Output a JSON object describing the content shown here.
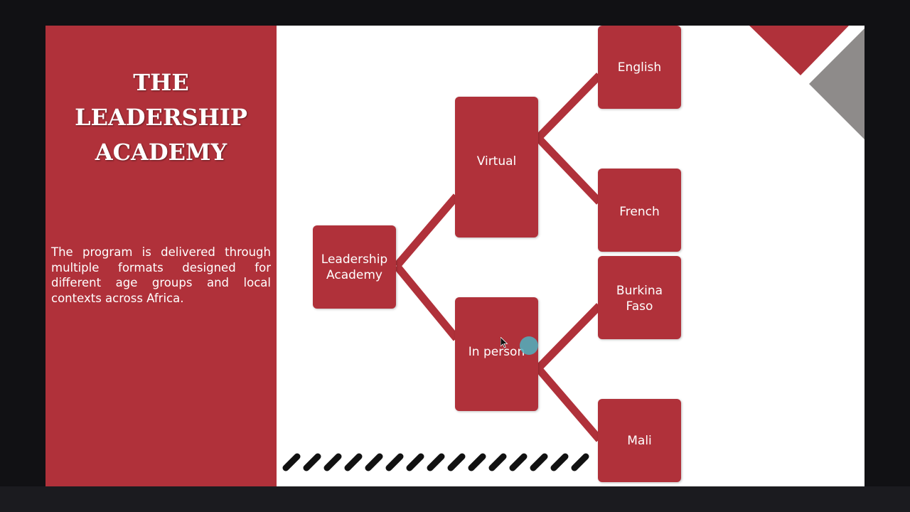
{
  "slide": {
    "title_lines": [
      "THE LEADERSHIP",
      "ACADEMY"
    ],
    "description": "The program is delivered through multiple formats designed for different age groups and local contexts across Africa."
  },
  "diagram": {
    "root": {
      "lines": [
        "Leadership",
        "Academy"
      ]
    },
    "branches": [
      {
        "lines": [
          "Virtual"
        ],
        "children": [
          {
            "lines": [
              "English"
            ]
          },
          {
            "lines": [
              "French"
            ]
          }
        ]
      },
      {
        "lines": [
          "In person"
        ],
        "children": [
          {
            "lines": [
              "Burkina",
              "Faso"
            ]
          },
          {
            "lines": [
              "Mali"
            ]
          }
        ]
      }
    ]
  },
  "colors": {
    "accent_red": "#b0313a",
    "decor_gray": "#8e8b8a",
    "stripe_black": "#111111",
    "cursor_teal": "#4fb2c0"
  }
}
